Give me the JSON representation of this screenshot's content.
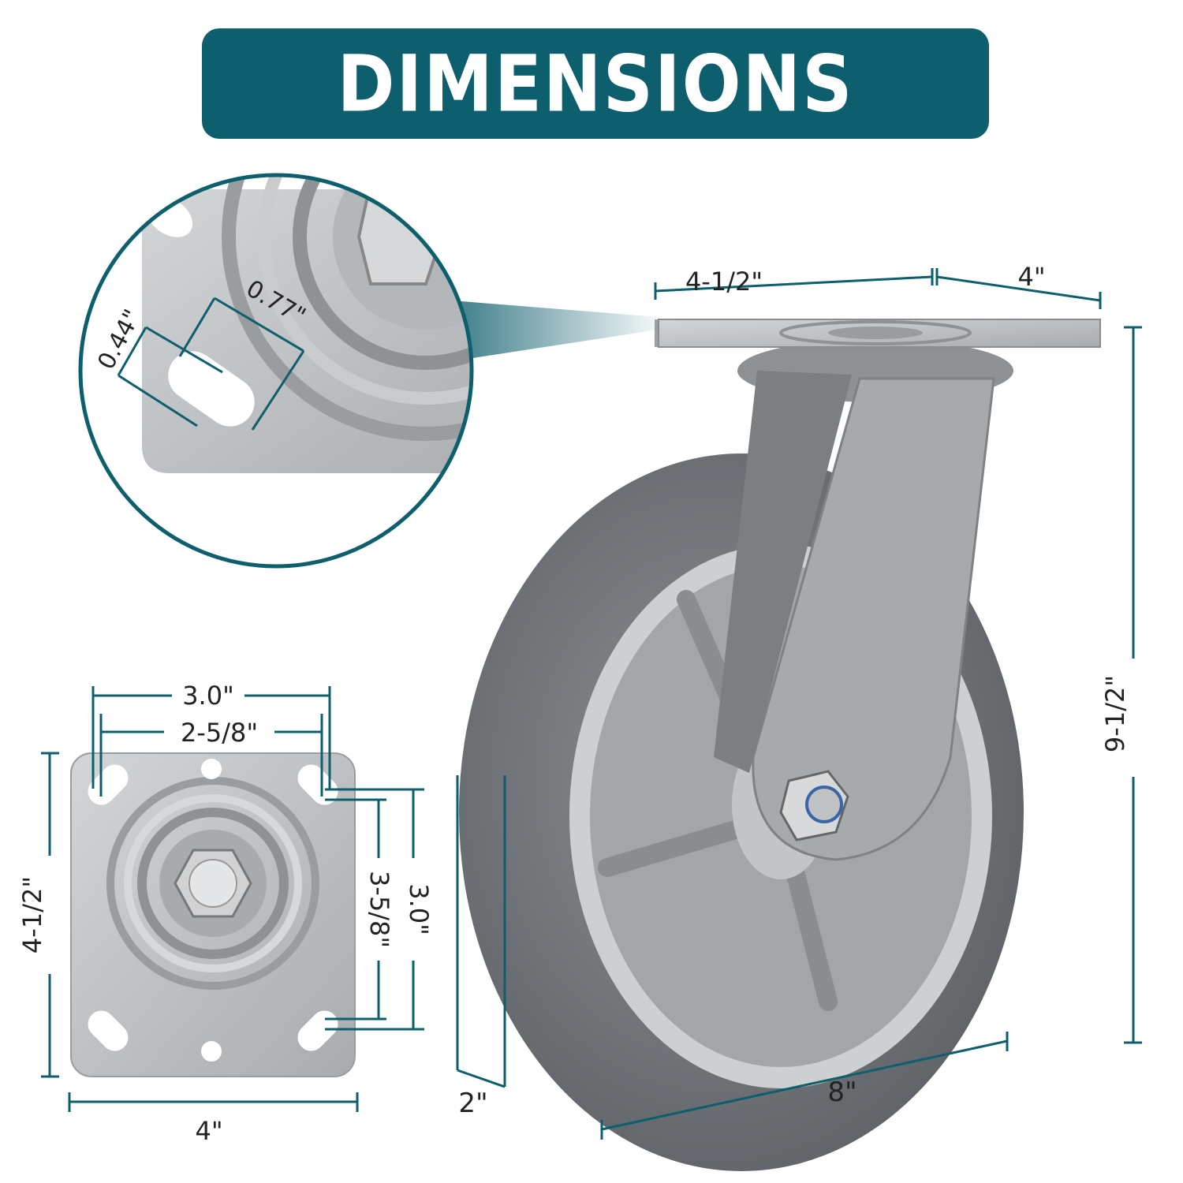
{
  "title": "DIMENSIONS",
  "colors": {
    "accent": "#0e5f6d",
    "metal": "#b9bcbf",
    "tire": "#7b7e82",
    "hub": "#a3a6a9"
  },
  "detail_callout": {
    "slot_width": "0.44\"",
    "slot_length": "0.77\""
  },
  "plate_view": {
    "outer_hole_spacing": "3.0\"",
    "inner_hole_spacing": "2-5/8\"",
    "side_outer_hole_spacing": "3.0\"",
    "side_inner_hole_spacing": "3-5/8\"",
    "plate_height": "4-1/2\"",
    "plate_width": "4\""
  },
  "caster_view": {
    "top_plate_length": "4-1/2\"",
    "top_plate_width": "4\"",
    "overall_height": "9-1/2\"",
    "wheel_diameter": "8\"",
    "wheel_width": "2\""
  }
}
